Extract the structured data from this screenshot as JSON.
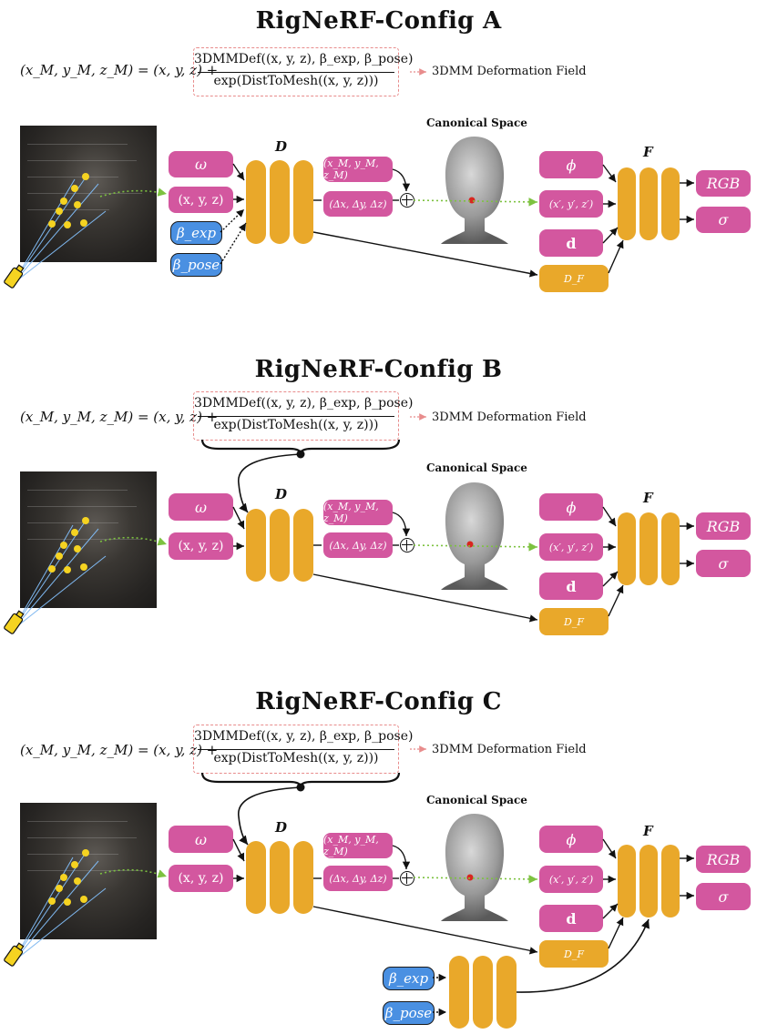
{
  "configs": {
    "a": {
      "title": "RigNeRF-Config A",
      "equation_lhs": "(x_M, y_M, z_M) = (x, y, z) +",
      "numerator": "3DMMDef((x, y, z), β_exp, β_pose)",
      "denominator": "exp(DistToMesh((x, y, z)))",
      "deformation_label": "3DMM Deformation Field",
      "canonical_label": "Canonical Space",
      "D": "D",
      "F": "F",
      "omega": "ω",
      "xyz": "(x, y, z)",
      "beta_exp": "β_exp",
      "beta_pose": "β_pose",
      "xm": "(x_M, y_M, z_M)",
      "delta": "(Δx, Δy, Δz)",
      "phi": "ϕ",
      "xprime": "(x′, y′, z′)",
      "d": "d",
      "DF": "D_F",
      "rgb": "RGB",
      "sigma": "σ"
    },
    "b": {
      "title": "RigNeRF-Config B",
      "equation_lhs": "(x_M, y_M, z_M) = (x, y, z) +",
      "numerator": "3DMMDef((x, y, z), β_exp, β_pose)",
      "denominator": "exp(DistToMesh((x, y, z)))",
      "deformation_label": "3DMM Deformation Field",
      "canonical_label": "Canonical Space",
      "D": "D",
      "F": "F",
      "omega": "ω",
      "xyz": "(x, y, z)",
      "xm": "(x_M, y_M, z_M)",
      "delta": "(Δx, Δy, Δz)",
      "phi": "ϕ",
      "xprime": "(x′, y′, z′)",
      "d": "d",
      "DF": "D_F",
      "rgb": "RGB",
      "sigma": "σ"
    },
    "c": {
      "title": "RigNeRF-Config C",
      "equation_lhs": "(x_M, y_M, z_M) = (x, y, z) +",
      "numerator": "3DMMDef((x, y, z), β_exp, β_pose)",
      "denominator": "exp(DistToMesh((x, y, z)))",
      "deformation_label": "3DMM Deformation Field",
      "canonical_label": "Canonical Space",
      "D": "D",
      "F": "F",
      "omega": "ω",
      "xyz": "(x, y, z)",
      "beta_exp": "β_exp",
      "beta_pose": "β_pose",
      "xm": "(x_M, y_M, z_M)",
      "delta": "(Δx, Δy, Δz)",
      "phi": "ϕ",
      "xprime": "(x′, y′, z′)",
      "d": "d",
      "DF": "D_F",
      "rgb": "RGB",
      "sigma": "σ"
    }
  },
  "colors": {
    "pill": "#d3579f",
    "network": "#e9a82a",
    "beta": "#4a90e2",
    "ray_sample": "#f5d321",
    "ray": "#7fb8f0",
    "green_dotted": "#7dc240",
    "dashed_box": "#e88c8c",
    "red_point": "#d8271f"
  },
  "icons": {
    "camera": "camera-icon",
    "plus": "circled-plus-icon"
  }
}
